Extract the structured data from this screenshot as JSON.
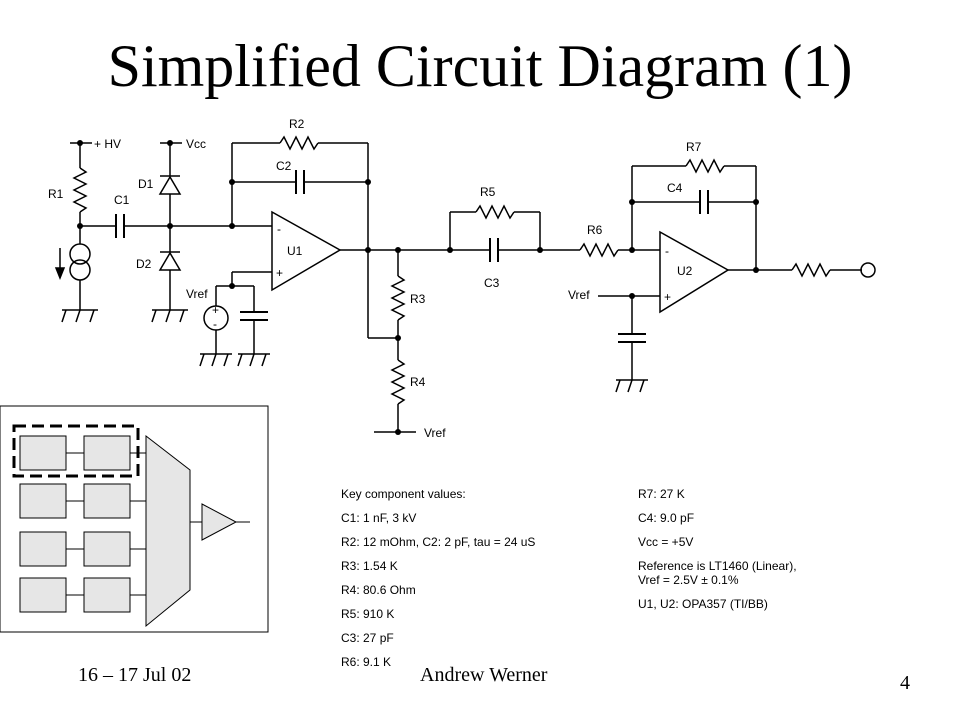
{
  "slide": {
    "title": "Simplified Circuit Diagram (1)",
    "date": "16 – 17 Jul 02",
    "author": "Andrew Werner",
    "page_number": "4"
  },
  "schematic": {
    "labels": {
      "r1": "R1",
      "c1": "C1",
      "d1": "D1",
      "d2": "D2",
      "hv": "+ HV",
      "vcc": "Vcc",
      "r2": "R2",
      "c2": "C2",
      "u1": "U1",
      "vref_u1": "Vref",
      "r3": "R3",
      "r4": "R4",
      "vref_r4": "Vref",
      "r5": "R5",
      "c3": "C3",
      "r6": "R6",
      "vref_u2": "Vref",
      "r7": "R7",
      "c4": "C4",
      "u2": "U2",
      "minus": "-",
      "plus": "+"
    }
  },
  "key_values": {
    "heading": "Key component values:",
    "left": [
      "C1: 1 nF, 3 kV",
      "R2: 12 mOhm, C2: 2 pF, tau = 24 uS",
      "R3: 1.54 K",
      "R4: 80.6 Ohm",
      "R5: 910 K",
      "C3: 27 pF",
      "R6: 9.1 K"
    ],
    "right": [
      "R7: 27 K",
      "C4: 9.0 pF",
      "Vcc = +5V",
      "Reference is LT1460 (Linear),  Vref = 2.5V ± 0.1%",
      "U1, U2: OPA357 (TI/BB)"
    ]
  },
  "colors": {
    "line": "#000000",
    "block_fill": "#e6e6e6"
  }
}
